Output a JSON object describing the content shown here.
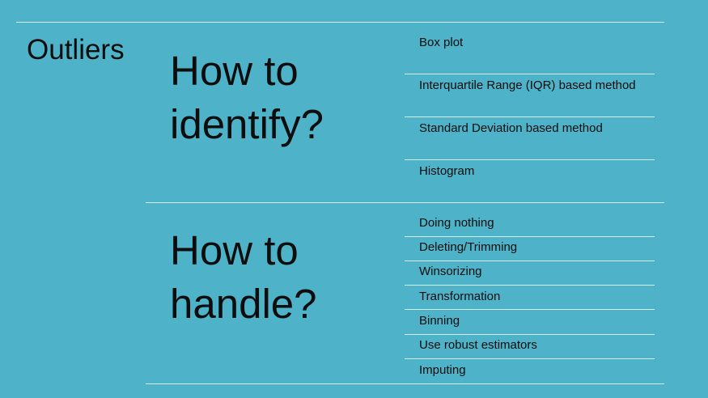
{
  "slide": {
    "title": "Outliers",
    "sections": [
      {
        "heading_line1": "How to",
        "heading_line2": "identify?",
        "items": [
          "Box plot",
          "Interquartile Range (IQR) based method",
          "Standard Deviation based method",
          "Histogram"
        ]
      },
      {
        "heading_line1": "How to",
        "heading_line2": "handle?",
        "items": [
          "Doing nothing",
          "Deleting/Trimming",
          "Winsorizing",
          "Transformation",
          "Binning",
          "Use robust estimators",
          "Imputing"
        ]
      }
    ]
  }
}
